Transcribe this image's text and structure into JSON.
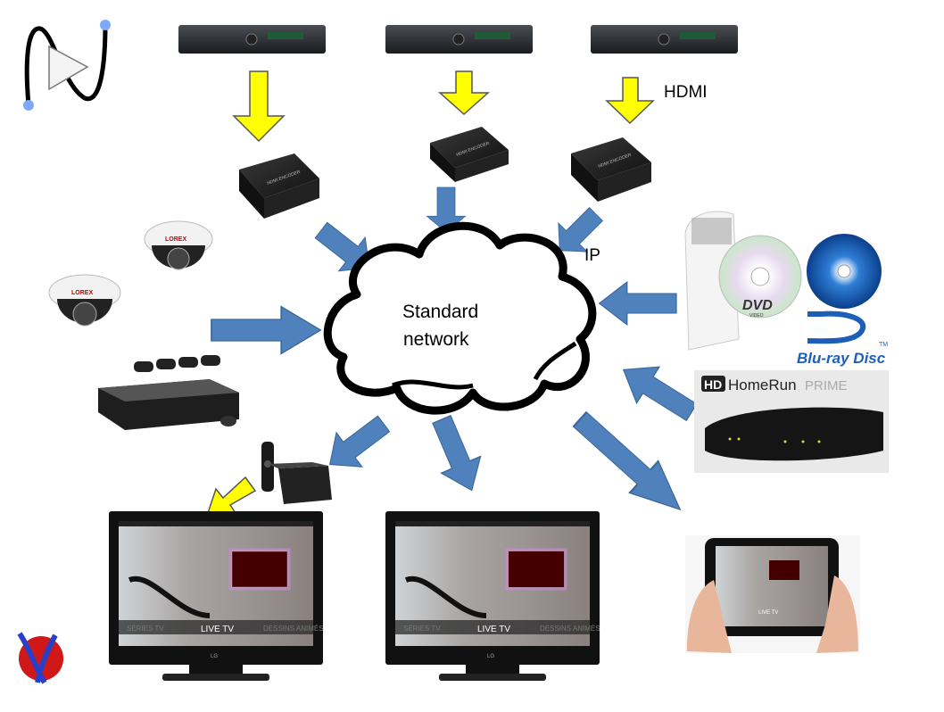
{
  "labels": {
    "hdmi": "HDMI",
    "ip": "IP",
    "cloud_line1": "Standard",
    "cloud_line2": "network"
  },
  "devices": {
    "camera_brand": "LOREX",
    "dvd_logo": "DVD",
    "dvd_sub": "VIDEO",
    "bluray_logo": "Blu-ray Disc",
    "bluray_tm": "TM",
    "hdhomerun_badge": "HD",
    "hdhomerun_name": "HomeRun",
    "hdhomerun_model": "PRIME",
    "encoder_label": "HDMI ENCODER",
    "tv_brand": "LG"
  },
  "tv_screen": {
    "menu_left": "SÉRIES TV",
    "menu_center": "LIVE TV",
    "menu_right": "DESSINS ANIMÉS",
    "tablet_center": "LIVE TV"
  },
  "colors": {
    "blue_arrow": "#4f81bd",
    "blue_arrow_stroke": "#3a6699",
    "yellow_arrow": "#ffff00",
    "cloud_stroke": "#000000"
  }
}
